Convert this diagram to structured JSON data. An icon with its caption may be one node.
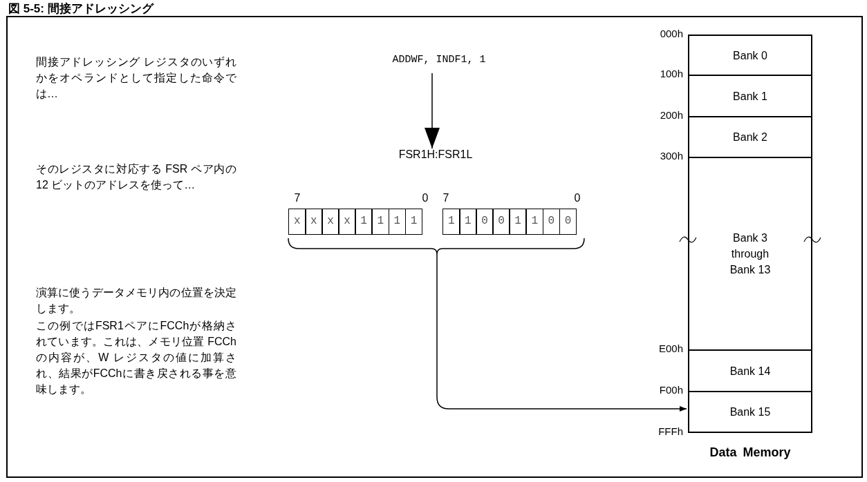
{
  "diagram": {
    "title": "図 5-5: 間接アドレッシング",
    "nodes": [
      {
        "text": [
          "ADDWF, INDF1, 1"
        ]
      },
      {
        "text": [
          "FSR1H:FSR1L"
        ]
      },
      {
        "text": [
          "x",
          "x",
          "x",
          "x",
          "1",
          "1",
          "1",
          "1"
        ],
        "in": 1
      },
      {
        "text": [
          "1",
          "1",
          "0",
          "0",
          "1",
          "1",
          "0",
          "0"
        ],
        "in": 1
      },
      {
        "text": [
          "Data Memory"
        ]
      },
      {
        "text": [
          "Bank 0"
        ],
        "in": 4
      },
      {
        "text": [
          "Bank 1"
        ],
        "in": 4
      },
      {
        "text": [
          "Bank 2"
        ],
        "in": 4
      },
      {
        "text": [
          "Bank 3 through Bank 13"
        ],
        "in": 4
      },
      {
        "text": [
          "Bank 14"
        ],
        "in": 4
      },
      {
        "text": [
          "Bank 15"
        ],
        "in": 4
      }
    ],
    "edges": [
      {
        "from": 0,
        "to": 1,
        "arrow": "to"
      },
      {
        "from": 1,
        "to": 10,
        "arrow": "to"
      }
    ],
    "labels": [
      "000h",
      "間接アドレッシング レジスタのいずれかをオペランドとして指定した命令では…",
      "100h",
      "200h",
      "300h",
      "そのレジスタに対応する FSR ペア内の 12 ビットのアドレスを使って…",
      "7",
      "0",
      "7",
      "0",
      "演算に使うデータメモリ内の位置を決定します。",
      "この例ではFSR1ペアにFCChが格納されています。これは、メモリ位置 FCCh の内容が、W レジスタの値に加算され、結果がFCChに書き戻される事を意味します。",
      "E00h",
      "F00h",
      "FFFh"
    ]
  }
}
